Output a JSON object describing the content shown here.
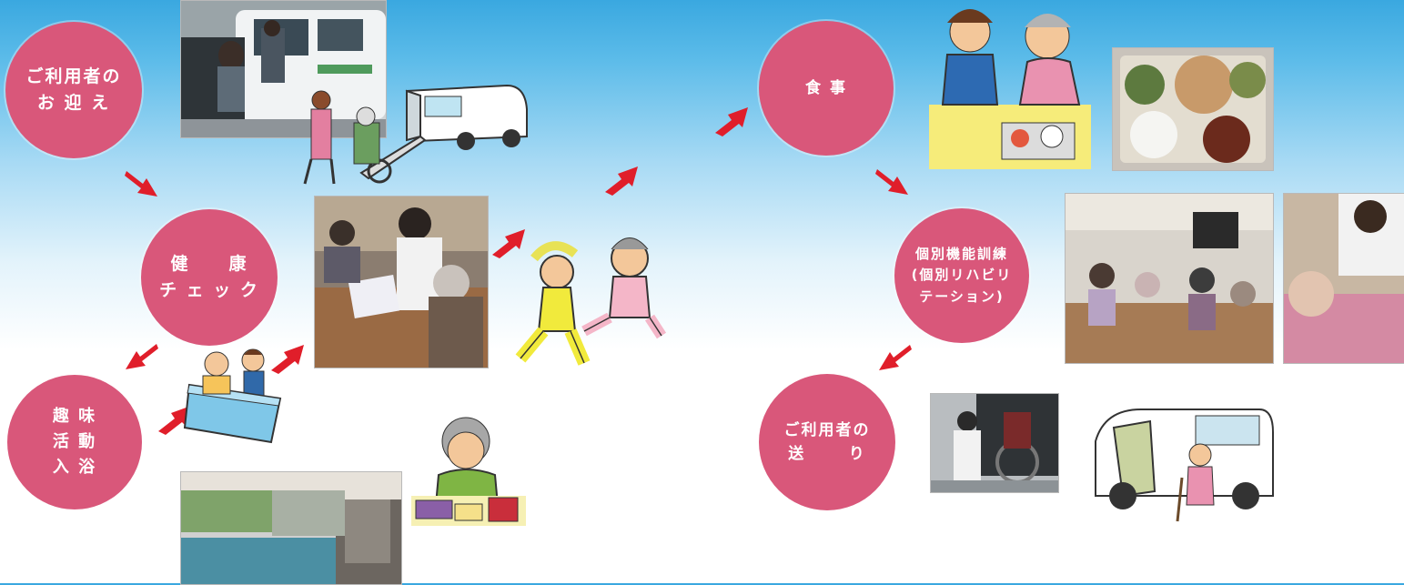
{
  "steps": {
    "pickup": "ご利用者の\nお 迎 え",
    "health_check": "健     康\nチ ェ ッ ク",
    "hobby_bath": "趣 味\n活 動\n入 浴",
    "meal": "食 事",
    "rehab": "個別機能訓練\n(個別リハビリ\nテーション)",
    "dropoff": "ご利用者の\n送      り"
  },
  "colors": {
    "circle": "#d9577a",
    "arrow": "#e01e2a",
    "sky_top": "#3aa8e0"
  }
}
